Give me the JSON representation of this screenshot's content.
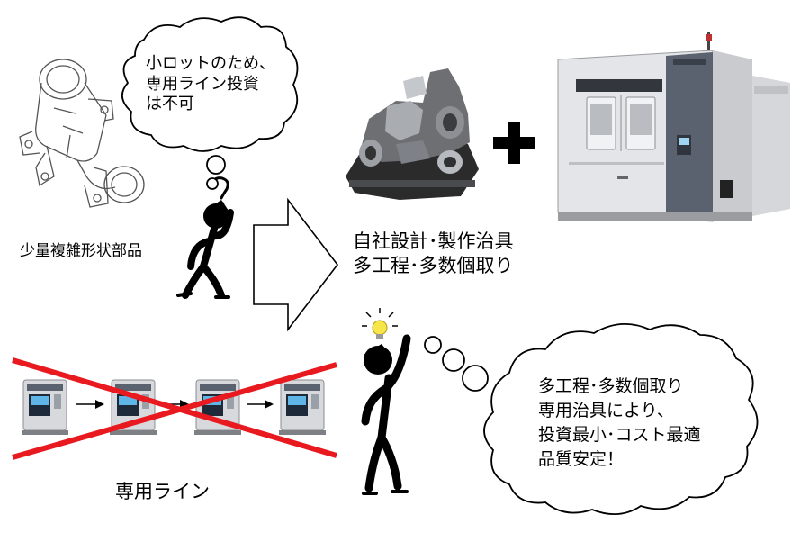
{
  "labels": {
    "part_caption": "少量複雑形状部品",
    "jig_caption": [
      "自社設計･製作治具",
      "多工程･多数個取り"
    ],
    "dedicated_line_caption": "専用ライン"
  },
  "bubbles": {
    "top_thought": [
      "小ロットのため、",
      "専用ライン投資",
      "は不可"
    ],
    "right_thought": [
      "多工程･多数個取り",
      "専用治具により、",
      "投資最小･コスト最適",
      "品質安定！"
    ]
  },
  "symbols": {
    "plus": "+",
    "flow_arrows": [
      "→",
      "→",
      "→"
    ]
  },
  "icons": [
    "bulb-icon",
    "question-icon",
    "cross-out-icon"
  ],
  "colors": {
    "cross": "#e8191f",
    "bulb": "#f6e64a",
    "machine_body": "#d8d9dc",
    "machine_accent": "#5a6270"
  }
}
